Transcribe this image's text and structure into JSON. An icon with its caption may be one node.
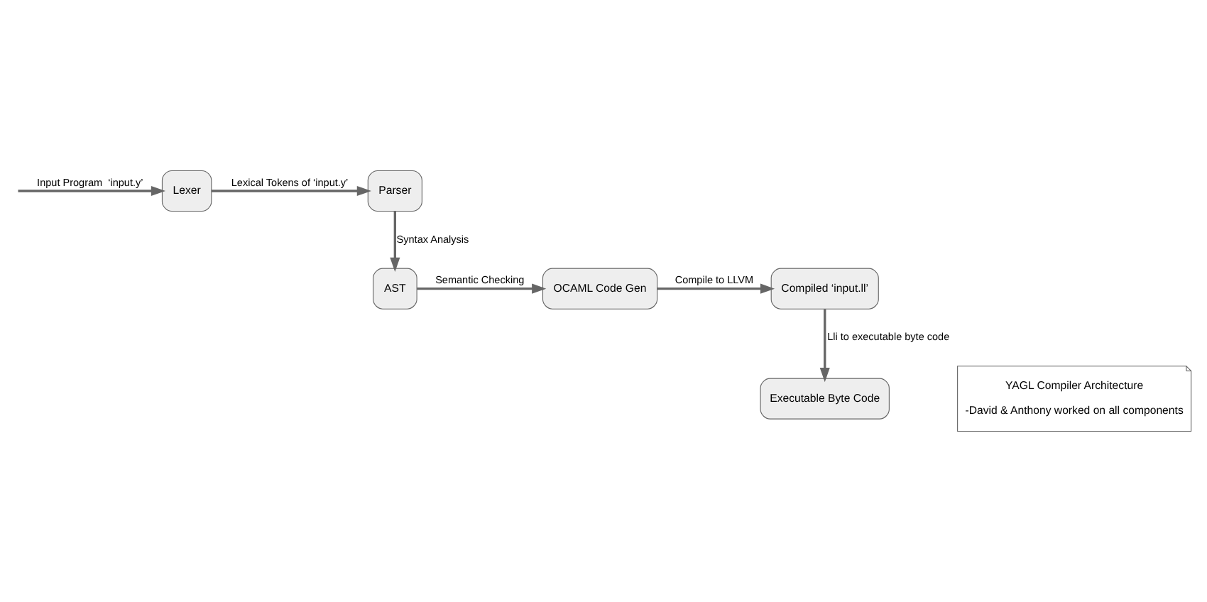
{
  "diagram": {
    "nodes": [
      {
        "text": [
          "Lexer"
        ]
      },
      {
        "text": [
          "Parser"
        ]
      },
      {
        "text": [
          "AST"
        ]
      },
      {
        "text": [
          "OCAML Code Gen"
        ]
      },
      {
        "text": [
          "Compiled ‘input.ll’"
        ]
      },
      {
        "text": [
          "Executable Byte Code"
        ]
      },
      {
        "text": [
          "YAGL Compiler Architecture",
          "-David & Anthony worked on all components"
        ]
      }
    ],
    "edges": [
      {
        "from": null,
        "to": 0,
        "arrow": "to",
        "label": "Input Program  ‘input.y’"
      },
      {
        "from": 0,
        "to": 1,
        "arrow": "to",
        "label": "Lexical Tokens of ‘input.y’"
      },
      {
        "from": 1,
        "to": 2,
        "arrow": "to",
        "label": "Syntax Analysis"
      },
      {
        "from": 2,
        "to": 3,
        "arrow": "to",
        "label": "Semantic Checking"
      },
      {
        "from": 3,
        "to": 4,
        "arrow": "to",
        "label": "Compile to LLVM"
      },
      {
        "from": 4,
        "to": 5,
        "arrow": "to",
        "label": "Lli to executable byte code"
      }
    ]
  }
}
